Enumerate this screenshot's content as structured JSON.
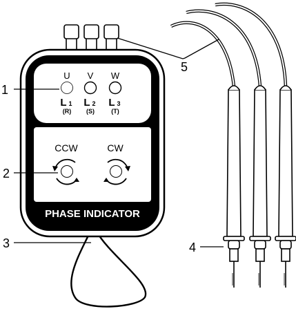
{
  "device": {
    "brand_label": "PHASE INDICATOR",
    "phases": [
      {
        "letter": "U",
        "line": "L",
        "index": "1",
        "sub": "(R)"
      },
      {
        "letter": "V",
        "line": "L",
        "index": "2",
        "sub": "(S)"
      },
      {
        "letter": "W",
        "line": "L",
        "index": "3",
        "sub": "(T)"
      }
    ],
    "rotation": {
      "ccw_label": "CCW",
      "cw_label": "CW"
    }
  },
  "callouts": [
    "1",
    "2",
    "3",
    "4",
    "5"
  ]
}
